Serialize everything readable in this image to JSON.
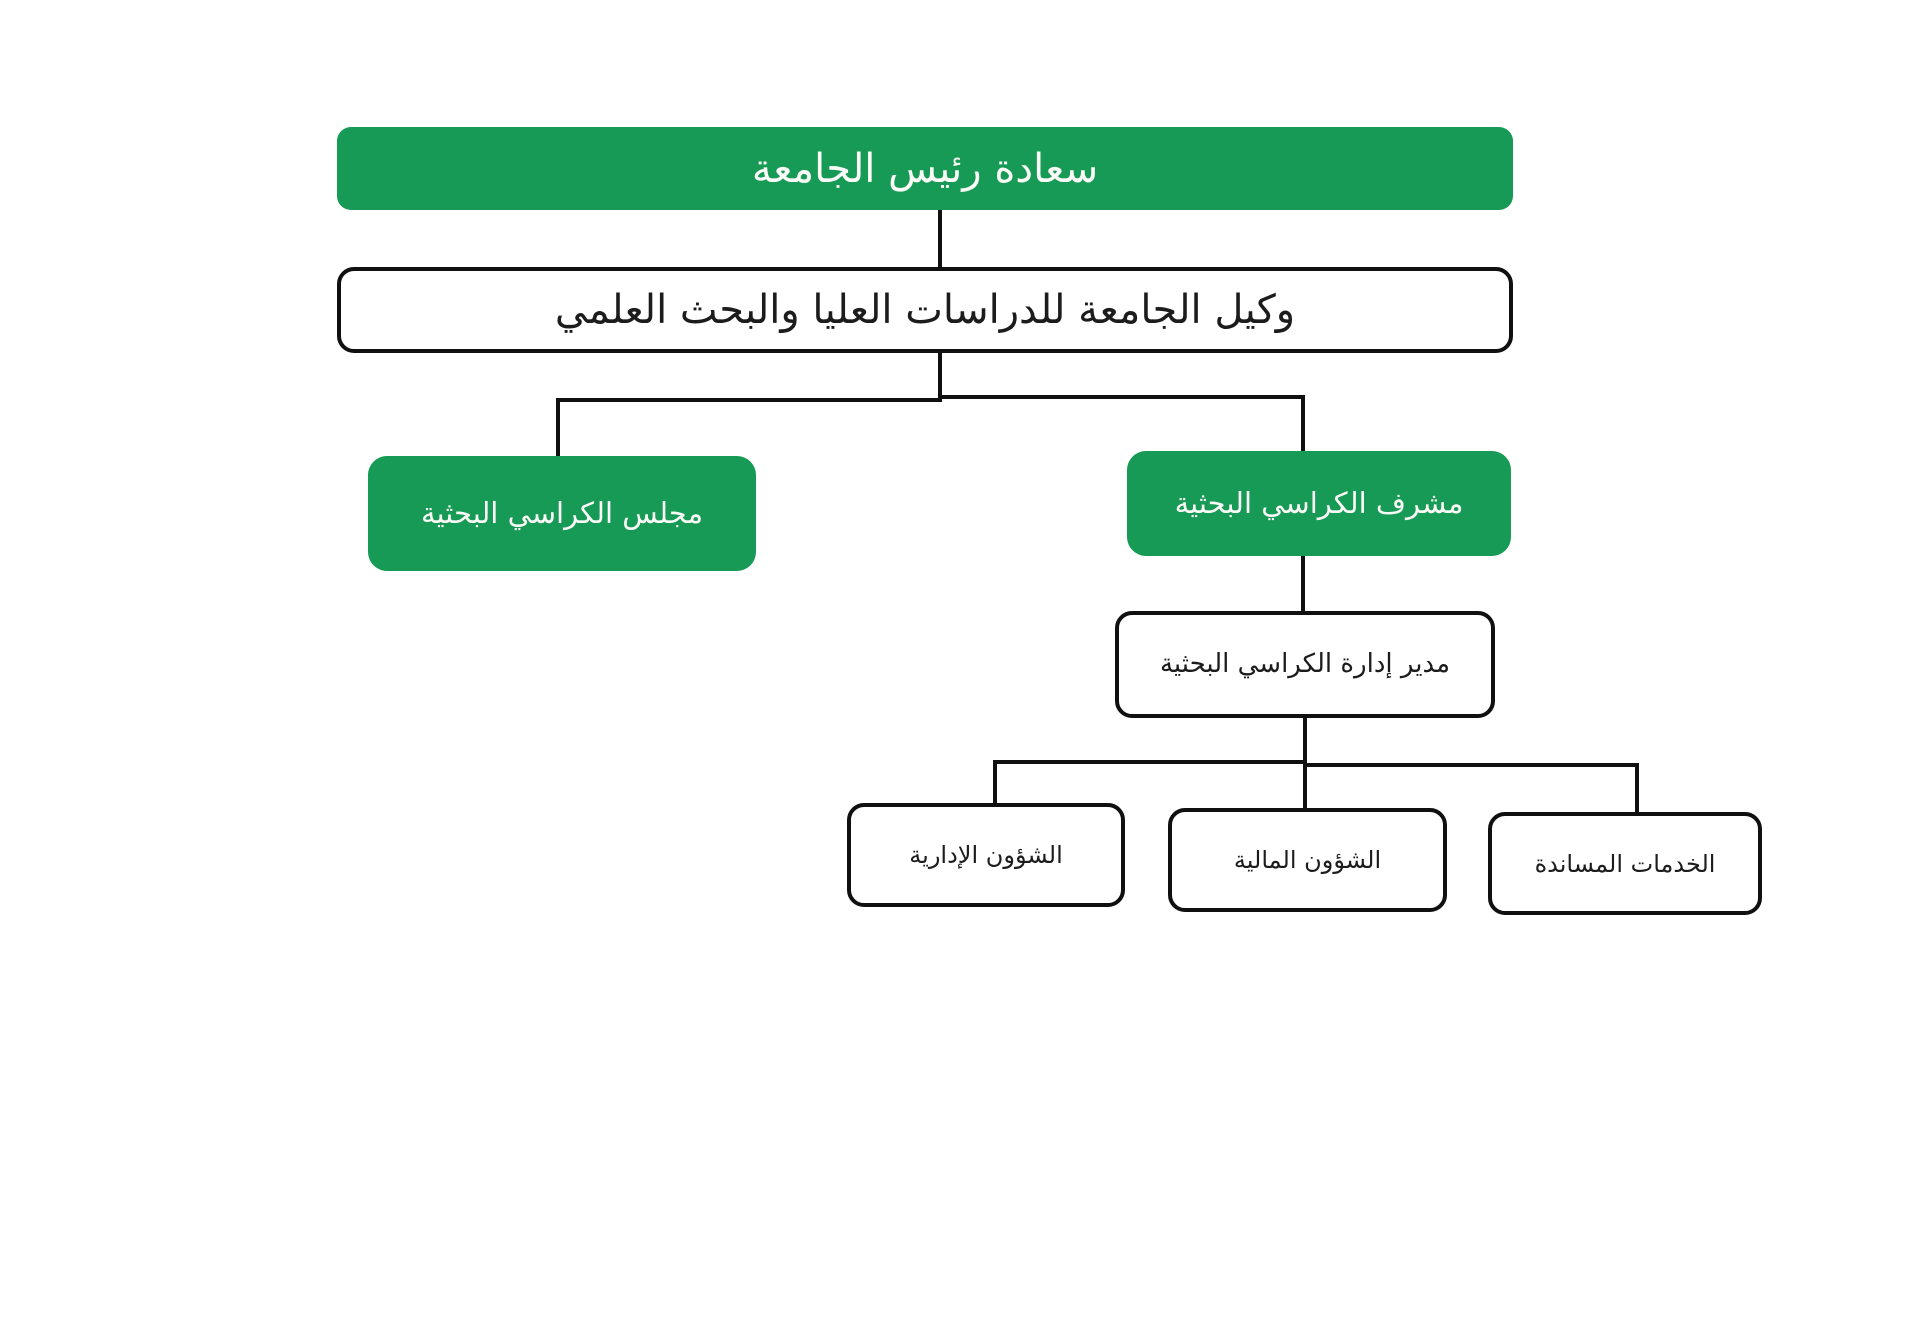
{
  "colors": {
    "background": "#ffffff",
    "node_green": "#169a55",
    "ink": "#101010",
    "text_on_green": "#fbfbf8",
    "text_dark": "#1c1c1c"
  },
  "org_chart": {
    "language": "ar",
    "direction": "rtl",
    "nodes": [
      {
        "id": "university-president",
        "label": "سعادة رئيس الجامعة",
        "variant": "green",
        "level": 1
      },
      {
        "id": "vice-president-graduate-studies",
        "label": "وكيل الجامعة للدراسات العليا والبحث العلمي",
        "variant": "outline",
        "level": 2
      },
      {
        "id": "research-chairs-council",
        "label": "مجلس الكراسي البحثية",
        "variant": "green",
        "level": 3
      },
      {
        "id": "research-chairs-supervisor",
        "label": "مشرف الكراسي البحثية",
        "variant": "green",
        "level": 3
      },
      {
        "id": "research-chairs-director",
        "label": "مدير إدارة الكراسي البحثية",
        "variant": "outline",
        "level": 4
      },
      {
        "id": "administrative-affairs",
        "label": "الشؤون الإدارية",
        "variant": "outline",
        "level": 5
      },
      {
        "id": "financial-affairs",
        "label": "الشؤون المالية",
        "variant": "outline",
        "level": 5
      },
      {
        "id": "support-services",
        "label": "الخدمات المساندة",
        "variant": "outline",
        "level": 5
      }
    ],
    "edges": [
      [
        "university-president",
        "vice-president-graduate-studies"
      ],
      [
        "vice-president-graduate-studies",
        "research-chairs-council"
      ],
      [
        "vice-president-graduate-studies",
        "research-chairs-supervisor"
      ],
      [
        "research-chairs-supervisor",
        "research-chairs-director"
      ],
      [
        "research-chairs-director",
        "administrative-affairs"
      ],
      [
        "research-chairs-director",
        "financial-affairs"
      ],
      [
        "research-chairs-director",
        "support-services"
      ]
    ]
  }
}
